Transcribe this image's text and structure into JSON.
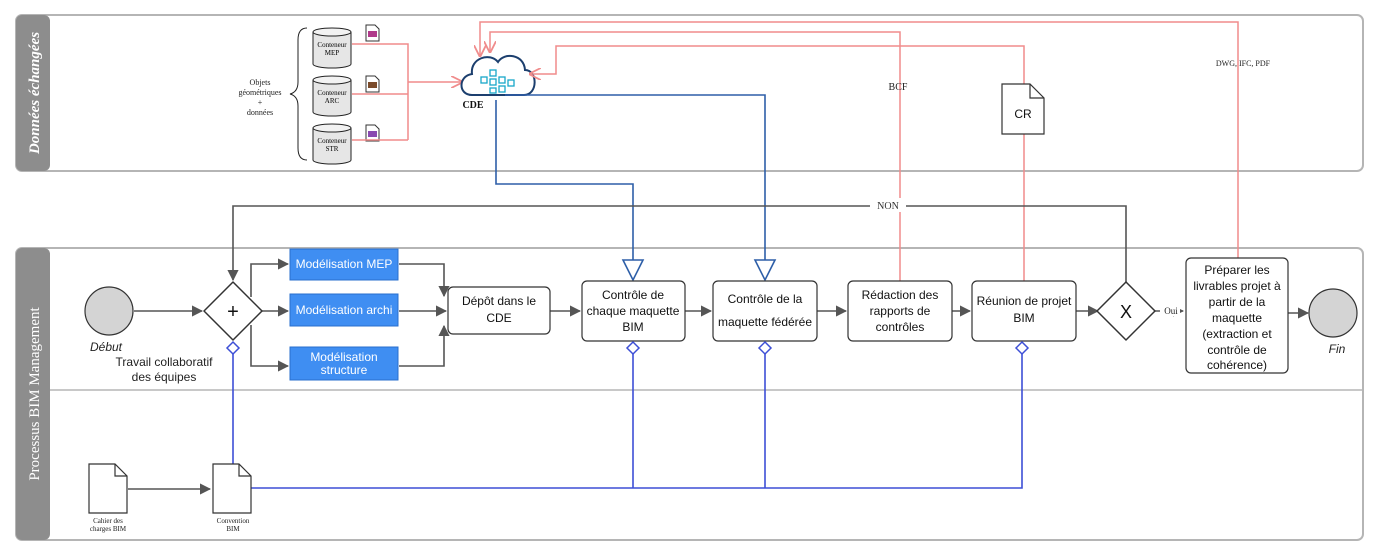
{
  "lanes": {
    "top": "Données échangées",
    "bottom": "Processus BIM Management"
  },
  "data_objects": {
    "group_label_lines": [
      "Objets",
      "géométriques",
      "+",
      "données"
    ],
    "containers": [
      {
        "lines": [
          "Conteneur",
          "MEP"
        ]
      },
      {
        "lines": [
          "Conteneur",
          "ARC"
        ]
      },
      {
        "lines": [
          "Conteneur",
          "STR"
        ]
      }
    ],
    "cde": "CDE",
    "bcf": "BCF",
    "cr": "CR",
    "formats": "DWG, IFC, PDF"
  },
  "flow": {
    "non": "NON",
    "oui": "Oui",
    "start": "Début",
    "end": "Fin",
    "parallel_symbol": "+",
    "exclusive_symbol": "X",
    "collab_lines": [
      "Travail collaboratif",
      "des équipes"
    ]
  },
  "tasks": {
    "mep": "Modélisation MEP",
    "archi": "Modélisation archi",
    "structure_lines": [
      "Modélisation",
      "structure"
    ],
    "depot_lines": [
      "Dépôt dans le",
      "CDE"
    ],
    "controle_chaque_lines": [
      "Contrôle de",
      "chaque maquette",
      "BIM"
    ],
    "controle_federee_lines": [
      "Contrôle de la",
      "maquette fédérée"
    ],
    "redaction_lines": [
      "Rédaction des",
      "rapports de",
      "contrôles"
    ],
    "reunion_lines": [
      "Réunion de projet",
      "BIM"
    ],
    "livrables_lines": [
      "Préparer les",
      "livrables projet à",
      "partir de la",
      "maquette",
      "(extraction et",
      "contrôle de",
      "cohérence)"
    ]
  },
  "documents": {
    "cahier_lines": [
      "Cahier des",
      "charges BIM"
    ],
    "convention_lines": [
      "Convention",
      "BIM"
    ]
  },
  "colors": {
    "pink": "#f08c8c",
    "blue_data": "#2e5fa8",
    "blue_assoc": "#3d4fd6",
    "task_blue": "#3f8ef2",
    "gray_line": "#555555"
  }
}
